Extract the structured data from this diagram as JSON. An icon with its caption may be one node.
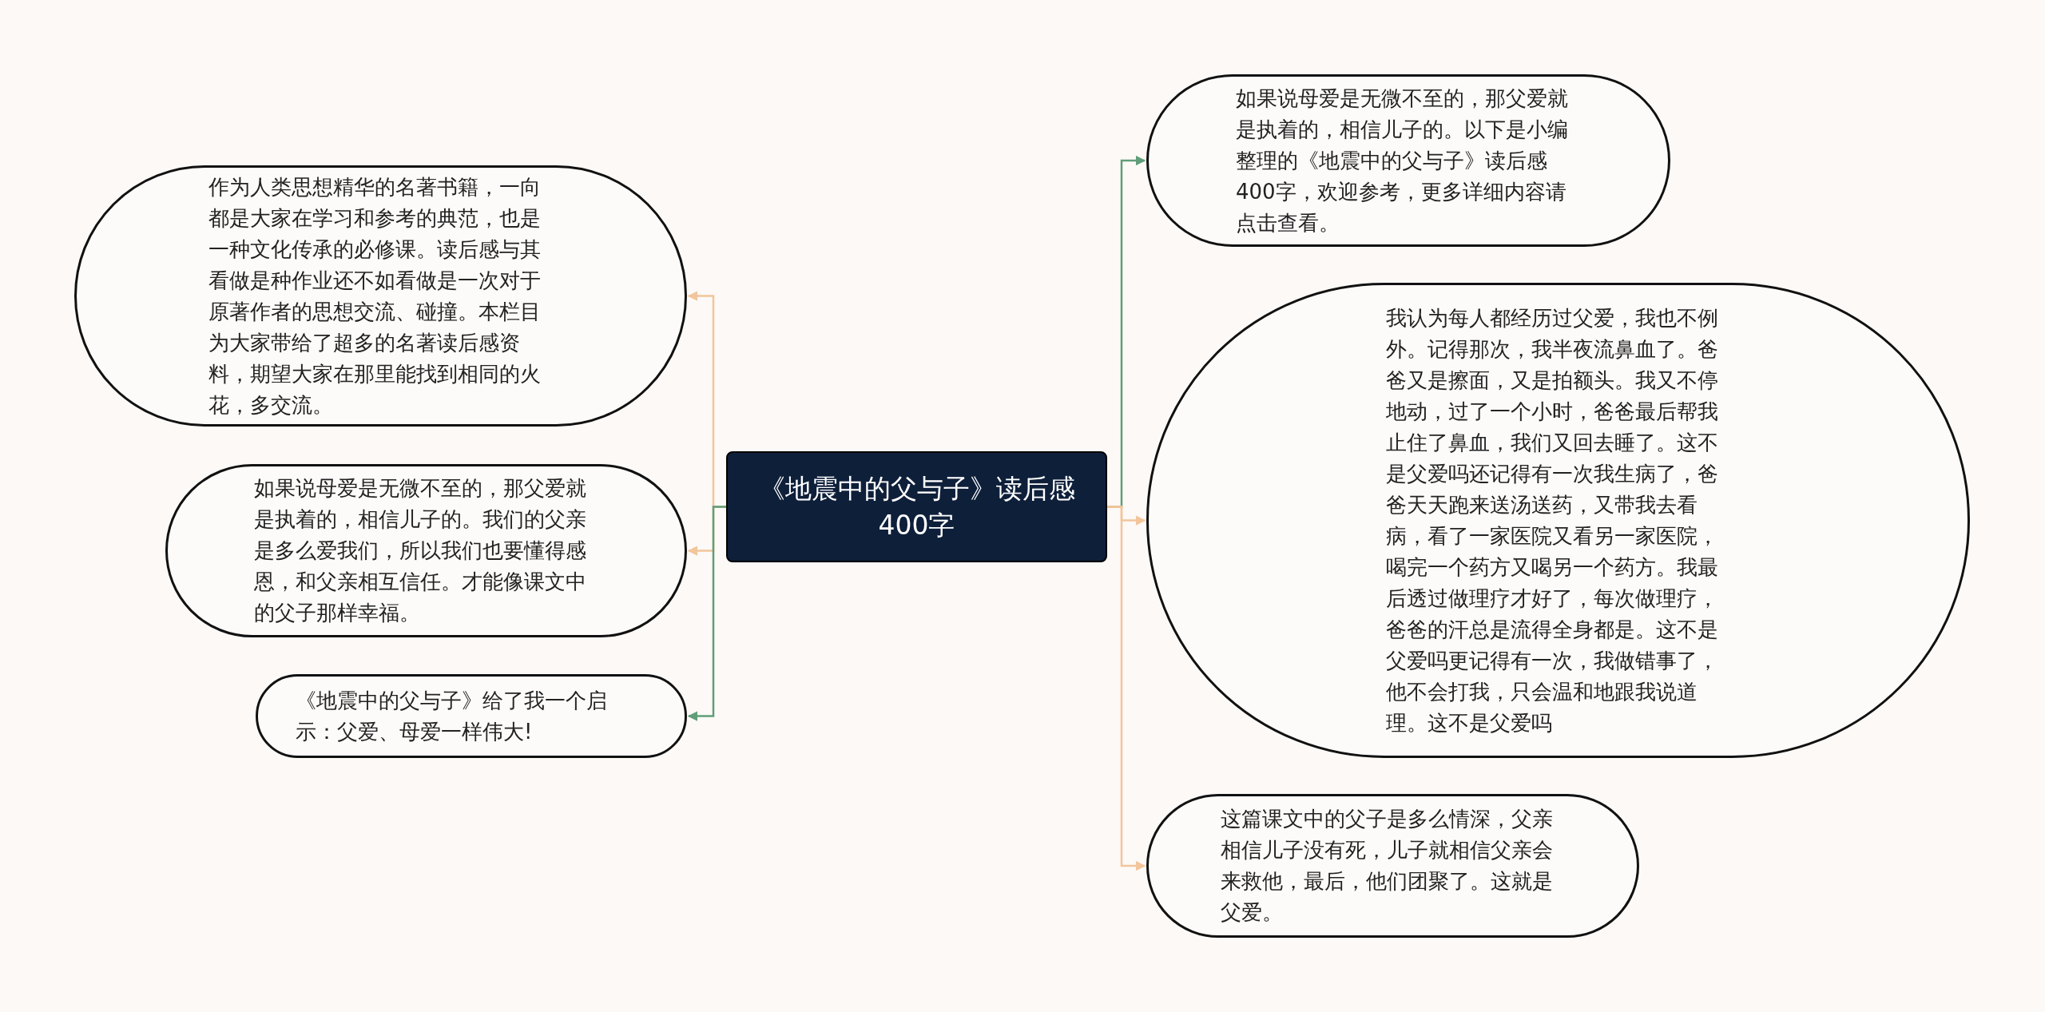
{
  "diagram": {
    "nodes": [
      {
        "text": [
          "《地震中的父与子》读后感400字"
        ]
      },
      {
        "text": [
          "作为人类思想精华的名著书籍，一向都是大家在学习和参考的典范，也是一种文化传承的必修课。读后感与其看做是种作业还不如看做是一次对于原著作者的思想交流、碰撞。本栏目为大家带给了超多的名著读后感资料，期望大家在那里能找到相同的火花，多交流。"
        ]
      },
      {
        "text": [
          "如果说母爱是无微不至的，那父爱就是执着的，相信儿子的。我们的父亲是多么爱我们，所以我们也要懂得感恩，和父亲相互信任。才能像课文中的父子那样幸福。"
        ]
      },
      {
        "text": [
          "《地震中的父与子》给了我一个启示：父爱、母爱一样伟大!"
        ]
      },
      {
        "text": [
          "如果说母爱是无微不至的，那父爱就是执着的，相信儿子的。以下是小编整理的《地震中的父与子》读后感400字，欢迎参考，更多详细内容请点击查看。"
        ]
      },
      {
        "text": [
          "我认为每人都经历过父爱，我也不例外。记得那次，我半夜流鼻血了。爸爸又是擦面，又是拍额头。我又不停地动，过了一个小时，爸爸最后帮我止住了鼻血，我们又回去睡了。这不是父爱吗还记得有一次我生病了，爸爸天天跑来送汤送药，又带我去看病，看了一家医院又看另一家医院，喝完一个药方又喝另一个药方。我最后透过做理疗才好了，每次做理疗，爸爸的汗总是流得全身都是。这不是父爱吗更记得有一次，我做错事了，他不会打我，只会温和地跟我说道理。这不是父爱吗"
        ]
      },
      {
        "text": [
          "这篇课文中的父子是多么情深，父亲相信儿子没有死，儿子就相信父亲会来救他，最后，他们团聚了。这就是父爱。"
        ]
      }
    ],
    "edges": [
      {
        "from": 0,
        "to": 1,
        "arrow": "to"
      },
      {
        "from": 0,
        "to": 2,
        "arrow": "to"
      },
      {
        "from": 0,
        "to": 3,
        "arrow": "to",
        "color": "#5f9e78"
      },
      {
        "from": 0,
        "to": 4,
        "arrow": "to",
        "color": "#5f9e78"
      },
      {
        "from": 0,
        "to": 5,
        "arrow": "to"
      },
      {
        "from": 0,
        "to": 6,
        "arrow": "to"
      }
    ]
  }
}
